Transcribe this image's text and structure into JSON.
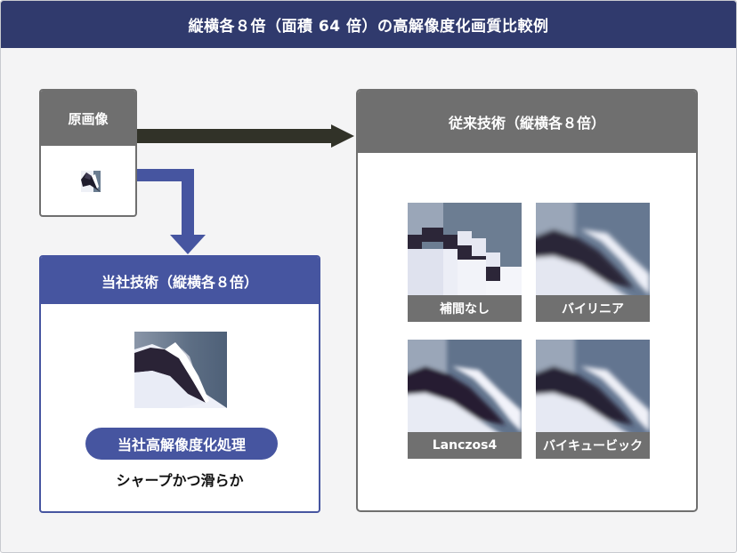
{
  "header": {
    "title": "縦横各８倍（面積 64 倍）の高解像度化画質比較例"
  },
  "original": {
    "label": "原画像"
  },
  "ours": {
    "title": "当社技術（縦横各８倍）",
    "method_label": "当社高解像度化処理",
    "caption": "シャープかつ滑らか"
  },
  "conventional": {
    "title": "従来技術（縦横各８倍）",
    "methods": [
      {
        "label": "補間なし"
      },
      {
        "label": "バイリニア"
      },
      {
        "label": "Lanczos4"
      },
      {
        "label": "バイキュービック"
      }
    ]
  },
  "colors": {
    "header_bg": "#303a6d",
    "ours_accent": "#4655a0",
    "conventional_gray": "#6f6f6f",
    "arrow_dark": "#313228"
  }
}
